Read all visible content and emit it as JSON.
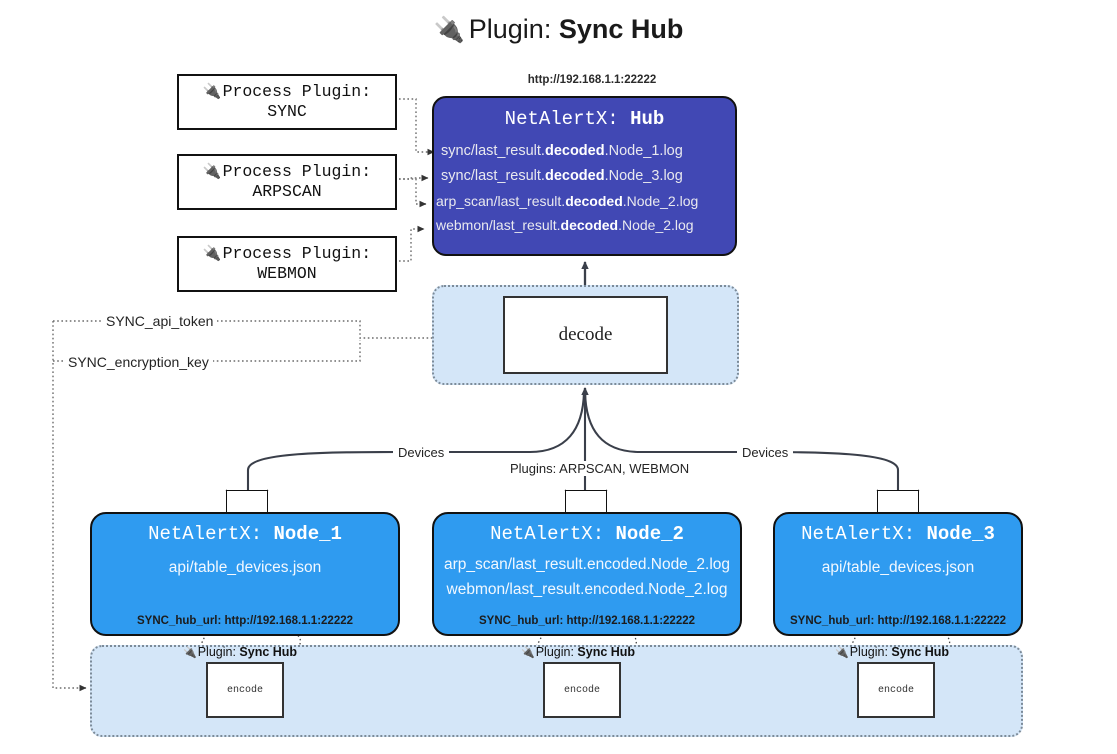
{
  "title": {
    "icon": "plug-icon",
    "prefix": "Plugin: ",
    "name": "Sync Hub"
  },
  "process_plugins": [
    {
      "icon": "plug-icon",
      "line1": "Process Plugin:",
      "line2": "SYNC"
    },
    {
      "icon": "plug-icon",
      "line1": "Process Plugin:",
      "line2": "ARPSCAN"
    },
    {
      "icon": "plug-icon",
      "line1": "Process Plugin:",
      "line2": "WEBMON"
    }
  ],
  "hub": {
    "url": "http://192.168.1.1:22222",
    "title_prefix": "NetAlertX: ",
    "title_name": "Hub",
    "logs": [
      {
        "pre": "sync/last_result.",
        "bold": "decoded",
        "post": ".Node_1.log"
      },
      {
        "pre": "sync/last_result.",
        "bold": "decoded",
        "post": ".Node_3.log"
      },
      {
        "pre": "arp_scan/last_result.",
        "bold": "decoded",
        "post": ".Node_2.log"
      },
      {
        "pre": "webmon/last_result.",
        "bold": "decoded",
        "post": ".Node_2.log"
      }
    ]
  },
  "decode": {
    "label": "decode"
  },
  "tokens": {
    "api_token": "SYNC_api_token",
    "encryption_key": "SYNC_encryption_key"
  },
  "mid_labels": {
    "devices_left": "Devices",
    "devices_right": "Devices",
    "plugins": "Plugins: ARPSCAN, WEBMON"
  },
  "nodes": [
    {
      "icon": "envelope-icon",
      "title_prefix": "NetAlertX: ",
      "title_name": "Node_1",
      "lines": [
        "api/table_devices.json"
      ],
      "hub_url_label": "SYNC_hub_url: http://192.168.1.1:22222"
    },
    {
      "icon": "envelope-icon",
      "title_prefix": "NetAlertX: ",
      "title_name": "Node_2",
      "lines": [
        "arp_scan/last_result.encoded.Node_2.log",
        "webmon/last_result.encoded.Node_2.log"
      ],
      "hub_url_label": "SYNC_hub_url: http://192.168.1.1:22222"
    },
    {
      "icon": "envelope-icon",
      "title_prefix": "NetAlertX: ",
      "title_name": "Node_3",
      "lines": [
        "api/table_devices.json"
      ],
      "hub_url_label": "SYNC_hub_url: http://192.168.1.1:22222"
    }
  ],
  "encoders": [
    {
      "icon": "plug-icon",
      "label_prefix": "Plugin: ",
      "label_name": "Sync Hub",
      "box": "encode"
    },
    {
      "icon": "plug-icon",
      "label_prefix": "Plugin: ",
      "label_name": "Sync Hub",
      "box": "encode"
    },
    {
      "icon": "plug-icon",
      "label_prefix": "Plugin: ",
      "label_name": "Sync Hub",
      "box": "encode"
    }
  ],
  "colors": {
    "hub_fill": "#4148b4",
    "node_fill": "#2f9bf0",
    "container_fill": "#d4e6f8",
    "stroke": "#111111",
    "dotted_stroke": "#7c8b99"
  }
}
